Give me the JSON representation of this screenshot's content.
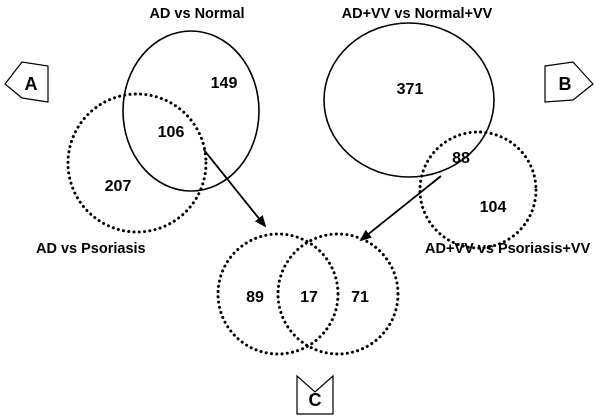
{
  "panel_a": {
    "badge": "A",
    "title_top": "AD vs Normal",
    "title_bottom": "AD vs Psoriasis",
    "count_top_only": "149",
    "count_overlap": "106",
    "count_bottom_only": "207"
  },
  "panel_b": {
    "badge": "B",
    "title_top": "AD+VV vs Normal+VV",
    "title_bottom": "AD+VV vs Psoriasis+VV",
    "count_top_only": "371",
    "count_overlap": "88",
    "count_bottom_only": "104"
  },
  "panel_c": {
    "badge": "C",
    "count_left_only": "89",
    "count_overlap": "17",
    "count_right_only": "71"
  }
}
